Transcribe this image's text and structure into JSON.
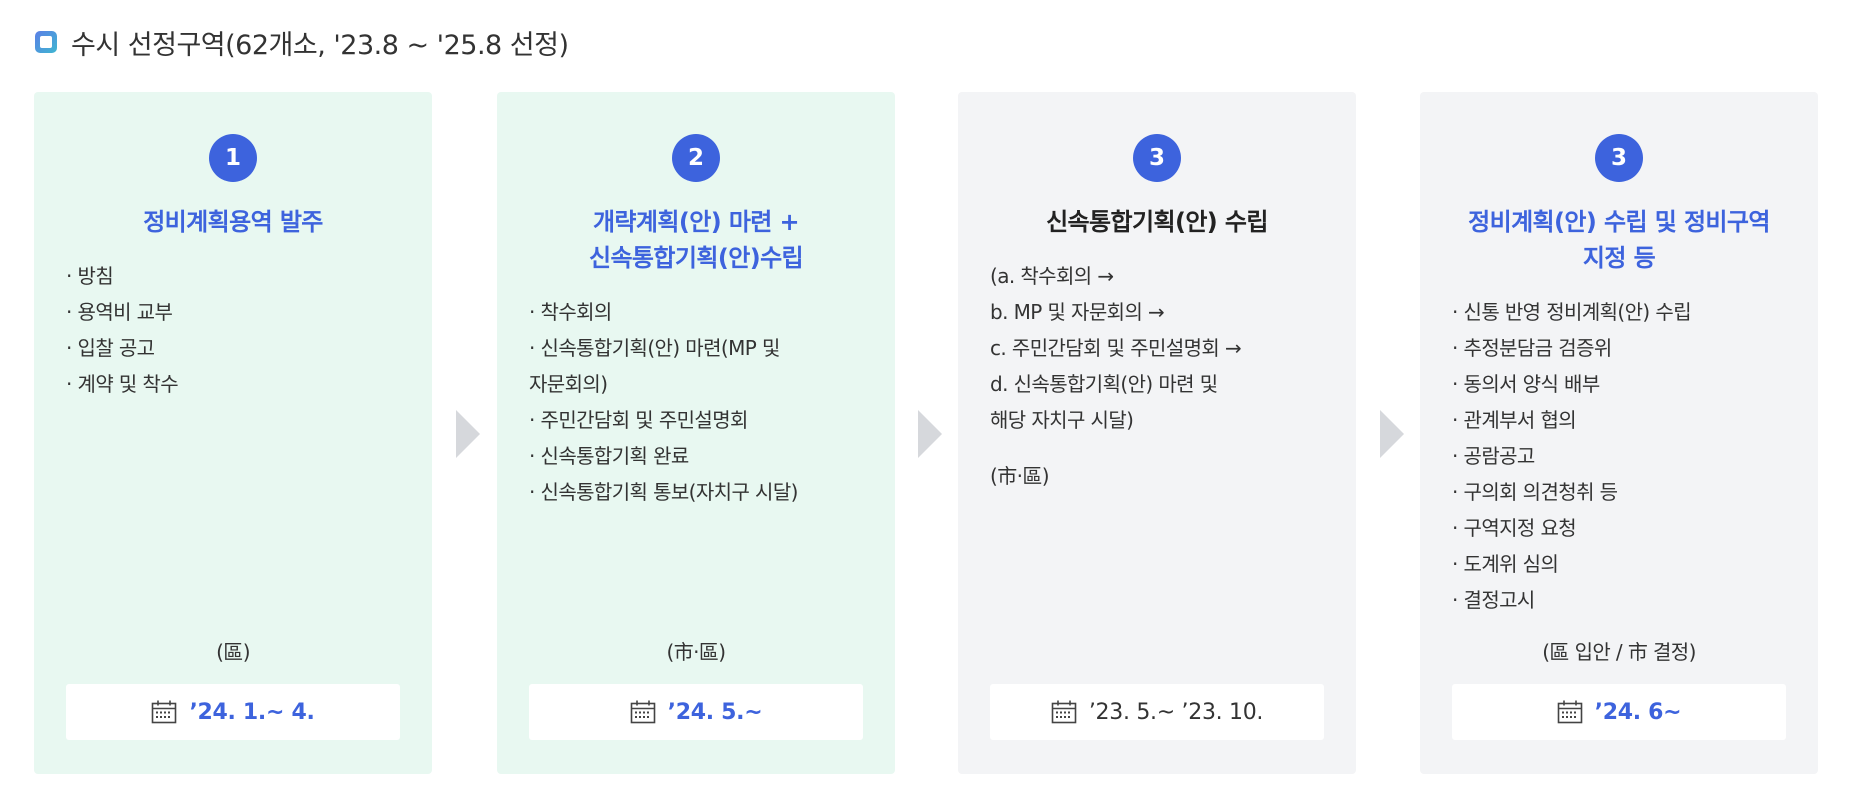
{
  "header": {
    "title": "수시 선정구역(62개소, '23.8 ~ '25.8 선정)"
  },
  "colors": {
    "accent": "#3d63dd",
    "green_card": "#e8f8f1",
    "gray_card": "#f3f4f6",
    "arrow": "#d6d8dc"
  },
  "steps": [
    {
      "badge": "1",
      "title_lines": [
        "정비계획용역 발주"
      ],
      "items": [
        "· 방침",
        "· 용역비 교부",
        "· 입찰 공고",
        "· 계약 및 착수"
      ],
      "org": "(區)",
      "icon": "calendar-icon",
      "date": "’24. 1.~ 4."
    },
    {
      "badge": "2",
      "title_lines": [
        "개략계획(안) 마련 +",
        "신속통합기획(안)수립"
      ],
      "items": [
        "· 착수회의",
        "· 신속통합기획(안) 마련(MP 및",
        "자문회의)",
        "· 주민간담회 및 주민설명회",
        "· 신속통합기획 완료",
        "· 신속통합기획 통보(자치구 시달)"
      ],
      "org": "(市·區)",
      "icon": "calendar-icon",
      "date": "’24. 5.~"
    },
    {
      "badge": "3",
      "title_lines": [
        "신속통합기획(안) 수립"
      ],
      "items": [
        "(a. 착수회의 →",
        "b. MP 및 자문회의 →",
        "c. 주민간담회 및 주민설명회 →",
        "d. 신속통합기획(안) 마련 및",
        "해당 자치구 시달)"
      ],
      "note": "(市·區)",
      "icon": "calendar-icon",
      "date": "’23. 5.~ ’23. 10."
    },
    {
      "badge": "3",
      "title_lines": [
        "정비계획(안) 수립 및 정비구역",
        "지정 등"
      ],
      "items": [
        "· 신통 반영 정비계획(안) 수립",
        "· 추정분담금 검증위",
        "· 동의서 양식 배부",
        "· 관계부서 협의",
        "· 공람공고",
        "· 구의회 의견청취 등",
        "· 구역지정 요청",
        "· 도계위 심의",
        "· 결정고시"
      ],
      "org": "(區 입안 / 市 결정)",
      "icon": "calendar-icon",
      "date": "’24. 6~"
    }
  ]
}
